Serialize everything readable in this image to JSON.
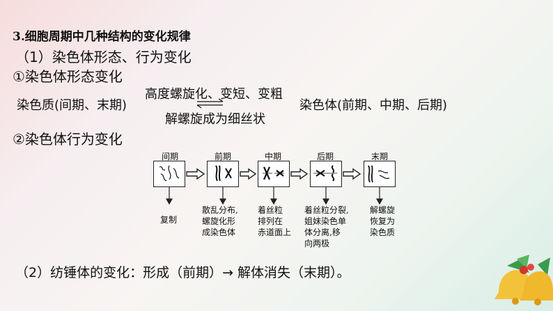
{
  "heading": "3.细胞周期中几种结构的变化规律",
  "section1": "（1）染色体形态、行为变化",
  "sub1": "①染色体形态变化",
  "chromatin": "染色质(间期、末期)",
  "arrow_top": "高度螺旋化、变短、变粗",
  "arrow_bottom": "解螺旋成为细丝状",
  "chromosome": "染色体(前期、中期、后期)",
  "sub2": "②染色体行为变化",
  "stages": [
    "间期",
    "前期",
    "中期",
    "后期",
    "末期"
  ],
  "descs": {
    "d1": [
      "复制"
    ],
    "d2": [
      "散乱分布,",
      "螺旋化形",
      "成染色体"
    ],
    "d3": [
      "着丝粒",
      "排列在",
      "赤道面上"
    ],
    "d4": [
      "着丝粒分裂,",
      "姐妹染色单",
      "体分离,移",
      "向两极"
    ],
    "d5": [
      "解螺旋",
      "恢复为",
      "染色质"
    ]
  },
  "section2": "（2）纺锤体的变化：形成（前期）→ 解体消失（末期）。",
  "icons": [
    "bell-decoration-icon"
  ]
}
